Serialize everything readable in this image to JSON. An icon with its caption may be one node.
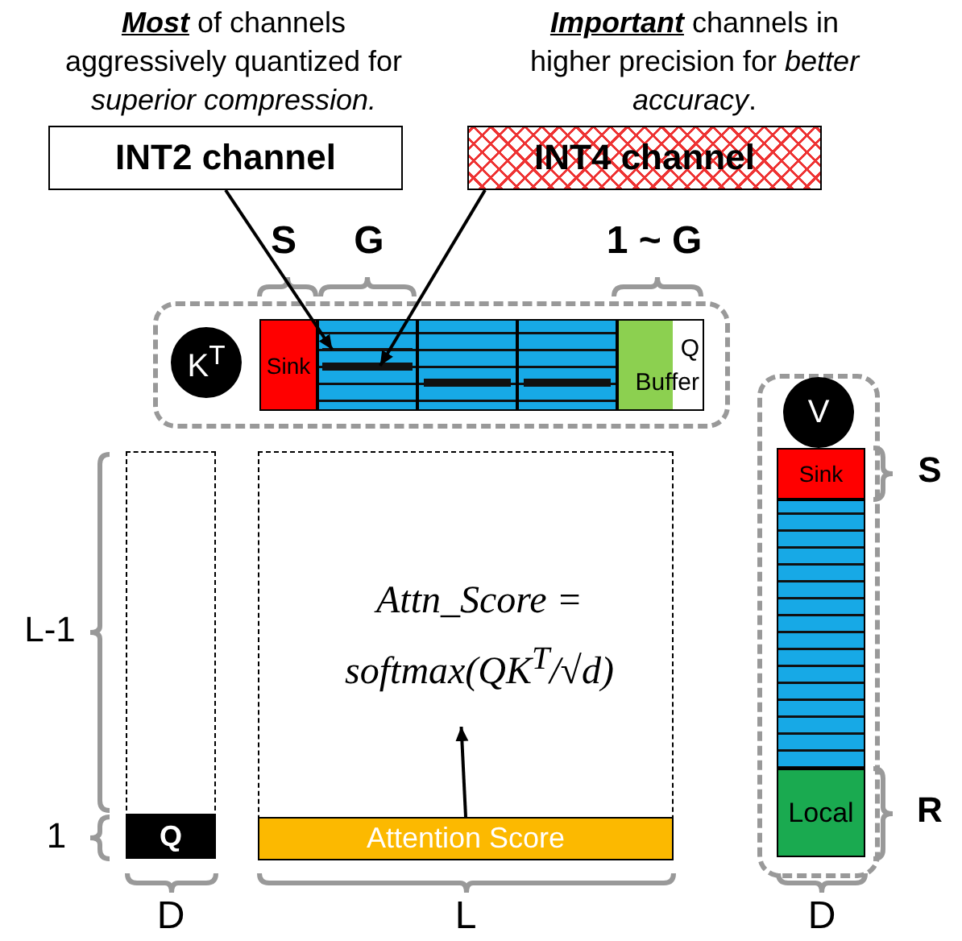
{
  "diagram": {
    "nodes": [
      {
        "text": [
          "INT2 channel"
        ]
      },
      {
        "text": [
          "INT4 channel"
        ]
      },
      {
        "text": [],
        "shape": "box"
      },
      {
        "text": [
          "K$^{T}$"
        ],
        "in": 2
      },
      {
        "text": [
          "Sink"
        ],
        "in": 2
      },
      {
        "text": [],
        "shape": "bar",
        "in": 2
      },
      {
        "text": [],
        "shape": "bar",
        "in": 5
      },
      {
        "text": [],
        "shape": "bar",
        "in": 5
      },
      {
        "text": [],
        "shape": "bar",
        "in": 2
      },
      {
        "text": [],
        "shape": "bar",
        "in": 2
      },
      {
        "text": [
          "Q Buffer"
        ],
        "in": 2
      },
      {
        "text": [],
        "shape": "box"
      },
      {
        "text": [
          "Q"
        ],
        "in": 11
      },
      {
        "text": [],
        "shape": "box"
      },
      {
        "text": [
          "Attn_Score = softmax(QK$^{T}$/√d)"
        ],
        "in": 13
      },
      {
        "text": [
          "Attention Score"
        ],
        "in": 13
      },
      {
        "text": [],
        "shape": "box"
      },
      {
        "text": [
          "V"
        ],
        "in": 16
      },
      {
        "text": [
          "Sink"
        ],
        "in": 16
      },
      {
        "text": [],
        "shape": "bar",
        "in": 16
      },
      {
        "text": [
          "Local"
        ],
        "in": 16
      }
    ],
    "edges": [
      {
        "from": 0,
        "to": 6,
        "arrow": "to"
      },
      {
        "from": 1,
        "to": 7,
        "arrow": "to"
      },
      {
        "from": 15,
        "to": 14,
        "arrow": "to"
      }
    ],
    "labels": [
      "**Most** of channels aggressively quantized for *superior compression.*",
      "**Important** channels in higher precision for *better accuracy*.",
      "S",
      "G",
      "1 ~ G",
      "L-1",
      "1",
      "D",
      "L",
      "S",
      "R",
      "D"
    ]
  }
}
